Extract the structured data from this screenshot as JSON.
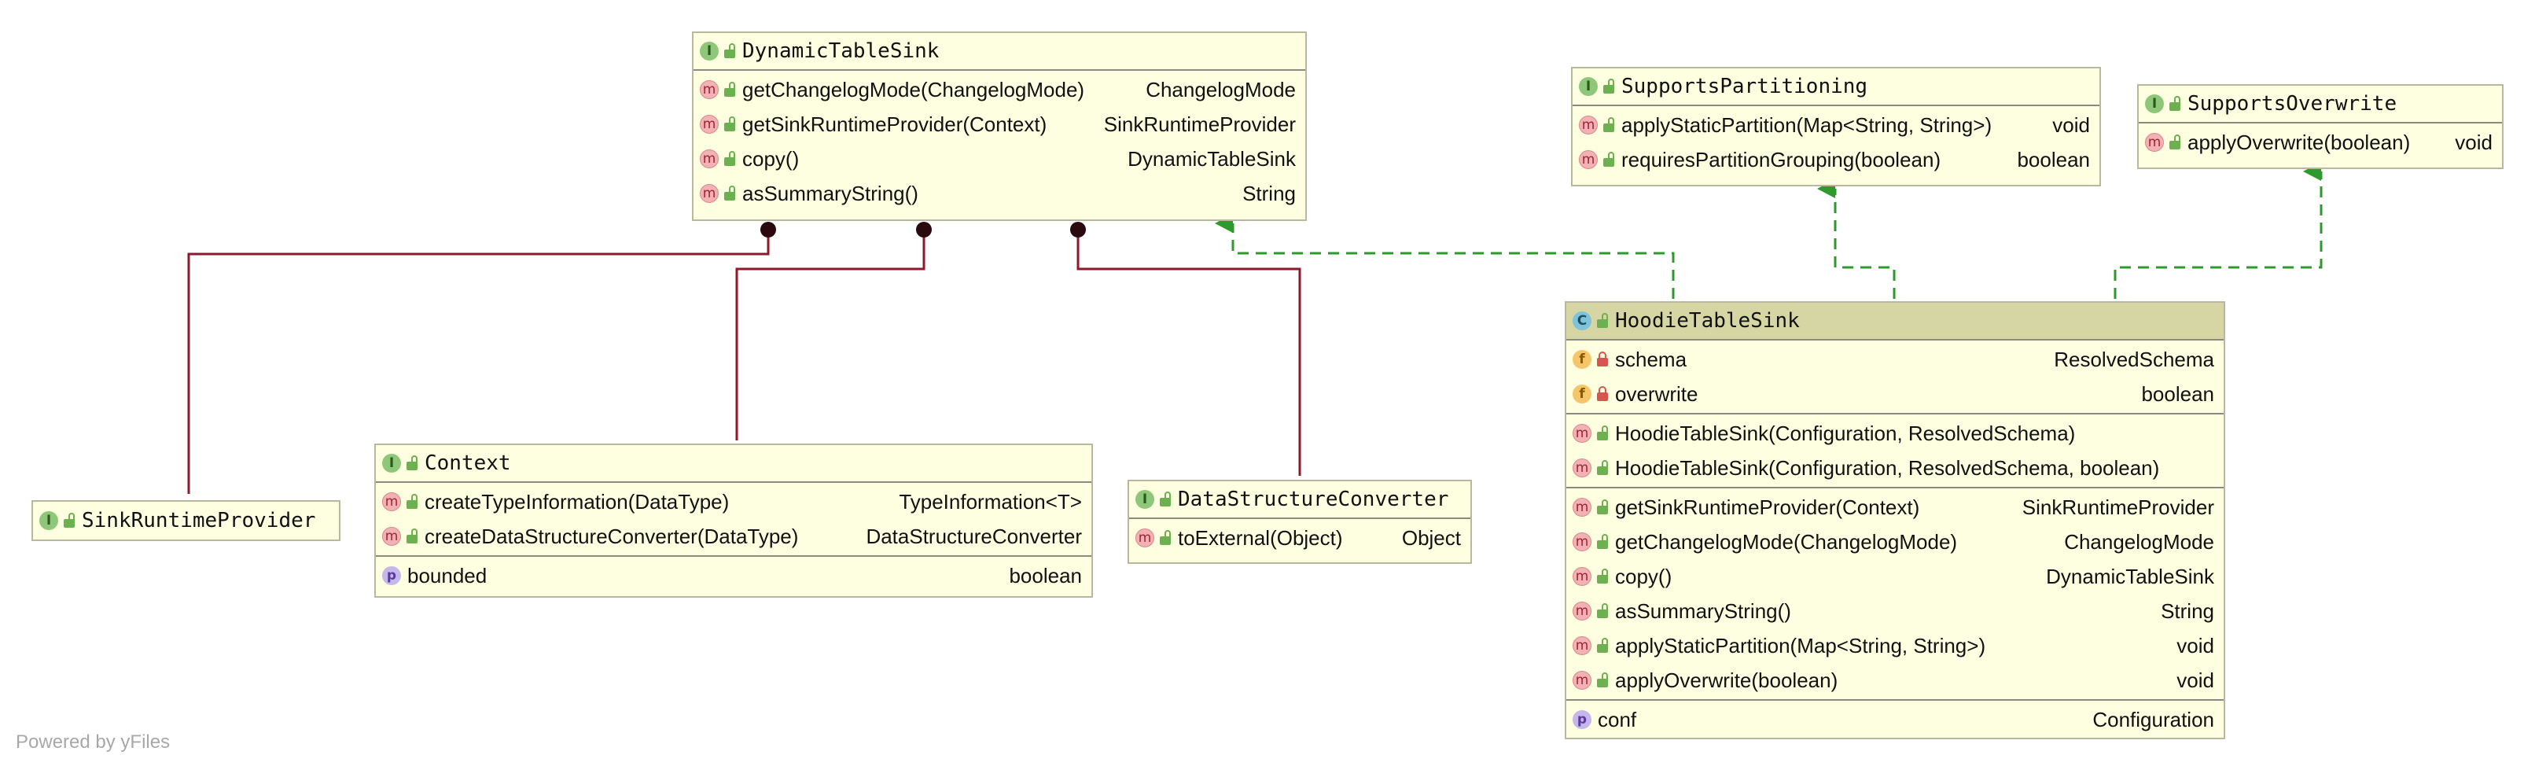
{
  "footer": "Powered by yFiles",
  "colors": {
    "box_fill": "#fefee0",
    "header_highlight": "#d6d6a4",
    "composition_edge": "#8b1a2b",
    "realization_edge": "#2e9a2e"
  },
  "classes": {
    "dynamic_table_sink": {
      "name": "DynamicTableSink",
      "kind": "I",
      "sections": [
        [
          {
            "kind": "m",
            "vis": "pub",
            "name": "getChangelogMode(ChangelogMode)",
            "type": "ChangelogMode"
          },
          {
            "kind": "m",
            "vis": "pub",
            "name": "getSinkRuntimeProvider(Context)",
            "type": "SinkRuntimeProvider"
          },
          {
            "kind": "m",
            "vis": "pub",
            "name": "copy()",
            "type": "DynamicTableSink"
          },
          {
            "kind": "m",
            "vis": "pub",
            "name": "asSummaryString()",
            "type": "String"
          }
        ]
      ]
    },
    "supports_partitioning": {
      "name": "SupportsPartitioning",
      "kind": "I",
      "sections": [
        [
          {
            "kind": "m",
            "vis": "pub",
            "name": "applyStaticPartition(Map<String, String>)",
            "type": "void"
          },
          {
            "kind": "m",
            "vis": "pub",
            "name": "requiresPartitionGrouping(boolean)",
            "type": "boolean"
          }
        ]
      ]
    },
    "supports_overwrite": {
      "name": "SupportsOverwrite",
      "kind": "I",
      "sections": [
        [
          {
            "kind": "m",
            "vis": "pub",
            "name": "applyOverwrite(boolean)",
            "type": "void"
          }
        ]
      ]
    },
    "sink_runtime_provider": {
      "name": "SinkRuntimeProvider",
      "kind": "I",
      "sections": []
    },
    "context": {
      "name": "Context",
      "kind": "I",
      "sections": [
        [
          {
            "kind": "m",
            "vis": "pub",
            "name": "createTypeInformation(DataType)",
            "type": "TypeInformation<T>"
          },
          {
            "kind": "m",
            "vis": "pub",
            "name": "createDataStructureConverter(DataType)",
            "type": "DataStructureConverter"
          }
        ],
        [
          {
            "kind": "p",
            "vis": "",
            "name": "bounded",
            "type": "boolean"
          }
        ]
      ]
    },
    "data_structure_converter": {
      "name": "DataStructureConverter",
      "kind": "I",
      "sections": [
        [
          {
            "kind": "m",
            "vis": "pub",
            "name": "toExternal(Object)",
            "type": "Object"
          }
        ]
      ]
    },
    "hoodie_table_sink": {
      "name": "HoodieTableSink",
      "kind": "C",
      "sections": [
        [
          {
            "kind": "f",
            "vis": "priv",
            "name": "schema",
            "type": "ResolvedSchema"
          },
          {
            "kind": "f",
            "vis": "priv",
            "name": "overwrite",
            "type": "boolean"
          }
        ],
        [
          {
            "kind": "m",
            "vis": "pub",
            "name": "HoodieTableSink(Configuration, ResolvedSchema)",
            "type": ""
          },
          {
            "kind": "m",
            "vis": "pub",
            "name": "HoodieTableSink(Configuration, ResolvedSchema, boolean)",
            "type": ""
          }
        ],
        [
          {
            "kind": "m",
            "vis": "pub",
            "name": "getSinkRuntimeProvider(Context)",
            "type": "SinkRuntimeProvider"
          },
          {
            "kind": "m",
            "vis": "pub",
            "name": "getChangelogMode(ChangelogMode)",
            "type": "ChangelogMode"
          },
          {
            "kind": "m",
            "vis": "pub",
            "name": "copy()",
            "type": "DynamicTableSink"
          },
          {
            "kind": "m",
            "vis": "pub",
            "name": "asSummaryString()",
            "type": "String"
          },
          {
            "kind": "m",
            "vis": "pub",
            "name": "applyStaticPartition(Map<String, String>)",
            "type": "void"
          },
          {
            "kind": "m",
            "vis": "pub",
            "name": "applyOverwrite(boolean)",
            "type": "void"
          }
        ],
        [
          {
            "kind": "p",
            "vis": "",
            "name": "conf",
            "type": "Configuration"
          }
        ]
      ]
    }
  }
}
